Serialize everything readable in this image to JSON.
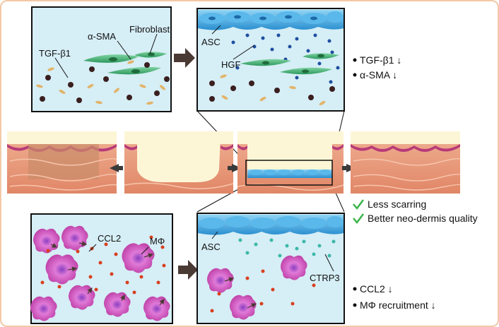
{
  "panel_top_left": {
    "labels": {
      "tgf": "TGF-β1",
      "asma": "α-SMA",
      "fibroblast": "Fibroblast"
    }
  },
  "panel_top_right": {
    "labels": {
      "asc": "ASC",
      "hgf": "HGF"
    }
  },
  "panel_bottom_left": {
    "labels": {
      "ccl2": "CCL2",
      "macrophage": "MΦ"
    }
  },
  "panel_bottom_right": {
    "labels": {
      "asc": "ASC",
      "ctrp3": "CTRP3"
    }
  },
  "effects_top": [
    "TGF-β1 ↓",
    "α-SMA ↓"
  ],
  "outcomes": [
    "Less scarring",
    "Better neo-dermis quality"
  ],
  "effects_bottom": [
    "CCL2 ↓",
    "MΦ recruitment ↓"
  ],
  "colors": {
    "panel_bg": "#d6eef6",
    "panel_border": "#111111",
    "fibroblast": "#4bb87a",
    "asc": "#4aa8e0",
    "macrophage": "#d24fc6",
    "skin_top": "#fdf6d6",
    "epidermis": "#b83a78",
    "dermis": "#e79a7d",
    "arrow": "#4a3a34",
    "check": "#39b54a"
  },
  "icons": {
    "check": "check-icon",
    "bullet": "bullet-icon",
    "arrow": "arrow-icon"
  }
}
